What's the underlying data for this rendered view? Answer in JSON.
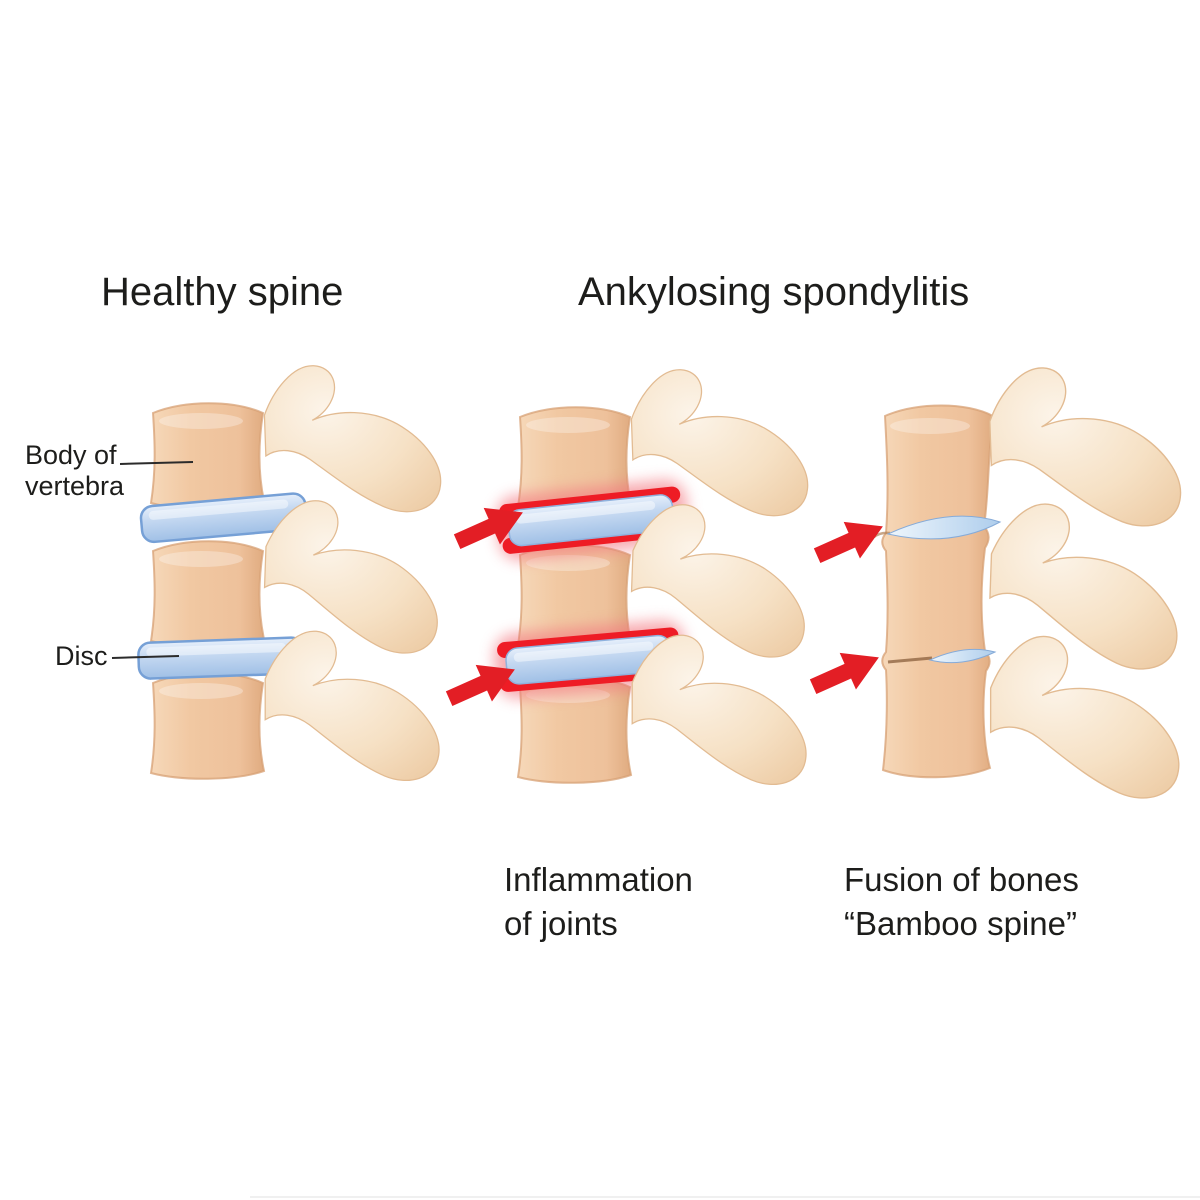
{
  "figure": {
    "background_color": "#ffffff",
    "healthy_panel": {
      "title": "Healthy spine",
      "labels": {
        "body_of_vertebra_line1": "Body of",
        "body_of_vertebra_line2": "vertebra",
        "disc": "Disc"
      }
    },
    "disease_panel": {
      "title": "Ankylosing spondylitis",
      "inflamed_spine": {
        "caption_line1": "Inflammation",
        "caption_line2": "of joints"
      },
      "fused_spine": {
        "caption_line1": "Fusion of bones",
        "caption_line2": "“Bamboo spine”"
      }
    },
    "colors": {
      "vertebra_body": "#f0c7a0",
      "vertebra_process": "#f8e7d0",
      "bone_edge": "#d7a074",
      "disc_fill": "#bed4ef",
      "disc_border": "#76a0d6",
      "inflammation_red": "#ee1c25",
      "arrow_red": "#e31e25",
      "text": "#1d1d1b"
    }
  }
}
